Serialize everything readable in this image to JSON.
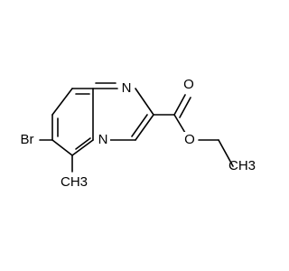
{
  "atoms": {
    "n_imine": "N",
    "n_bridge": "N",
    "o_carbonyl": "O",
    "o_ester": "O",
    "br": "Br",
    "methyl": "CH3",
    "ethyl_ch3": "CH3"
  }
}
